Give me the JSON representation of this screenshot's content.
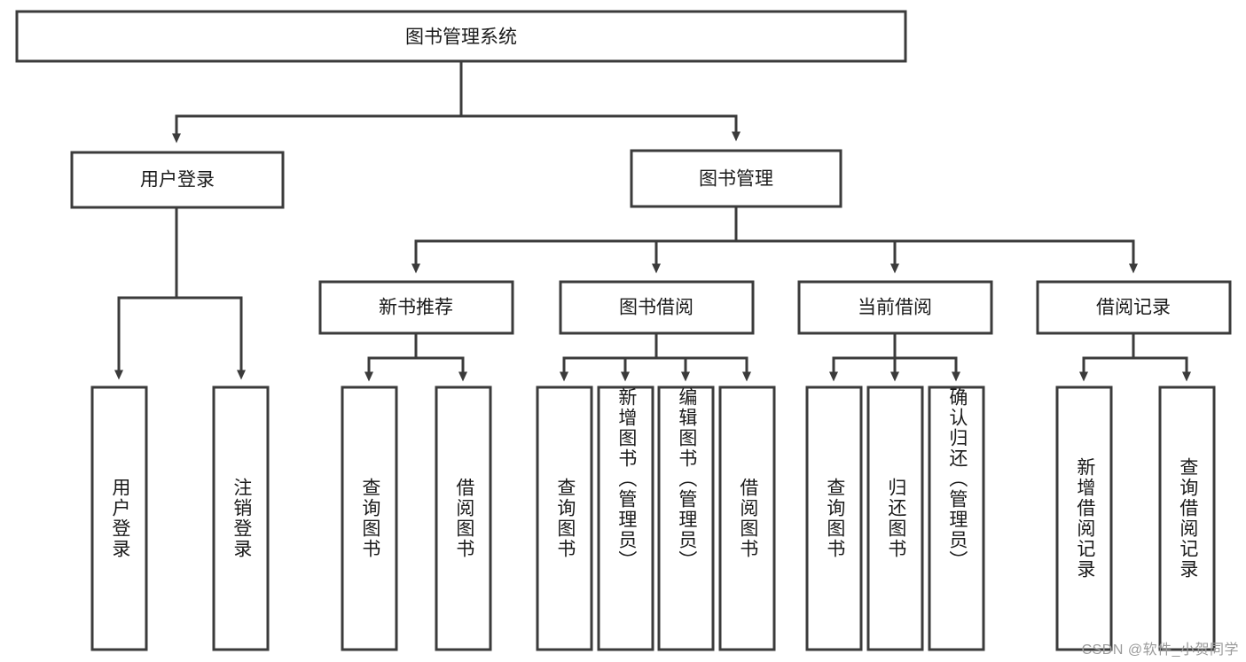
{
  "diagram": {
    "title": "图书管理系统",
    "type": "hierarchy-tree",
    "watermark": "CSDN @软件_小贺同学",
    "colors": {
      "box_stroke": "#3b3b3b",
      "box_fill": "#ffffff",
      "connector": "#3b3b3b",
      "text": "#1a1a1a",
      "background": "#ffffff",
      "watermark": "#9a9a9a"
    },
    "levels": {
      "root": {
        "label": "图书管理系统"
      },
      "level2": [
        {
          "label": "用户登录"
        },
        {
          "label": "图书管理"
        }
      ],
      "level3": [
        {
          "label": "新书推荐"
        },
        {
          "label": "图书借阅"
        },
        {
          "label": "当前借阅"
        },
        {
          "label": "借阅记录"
        }
      ],
      "leaves": {
        "user_login": [
          {
            "label": "用户登录"
          },
          {
            "label": "注销登录"
          }
        ],
        "new_book_recommend": [
          {
            "label": "查询图书"
          },
          {
            "label": "借阅图书"
          }
        ],
        "book_borrow": [
          {
            "label": "查询图书"
          },
          {
            "label": "新增图书（管理员）"
          },
          {
            "label": "编辑图书（管理员）"
          },
          {
            "label": "借阅图书"
          }
        ],
        "current_borrow": [
          {
            "label": "查询图书"
          },
          {
            "label": "归还图书"
          },
          {
            "label": "确认归还（管理员）"
          }
        ],
        "borrow_record": [
          {
            "label": "新增借阅记录"
          },
          {
            "label": "查询借阅记录"
          }
        ]
      }
    }
  }
}
